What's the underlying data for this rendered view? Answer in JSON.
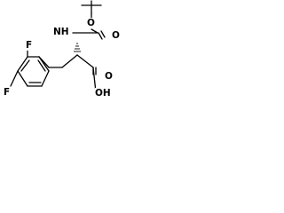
{
  "atoms": {
    "oxygen_top": "O",
    "nitrogen_hydrogen": "NH",
    "oxygen_ester": "O",
    "fluorine_top": "F",
    "fluorine_bottom": "F",
    "oxygen_acid_top": "O",
    "hydroxyl": "OH"
  },
  "colors": {
    "bond": "#000000",
    "background": "#ffffff"
  }
}
